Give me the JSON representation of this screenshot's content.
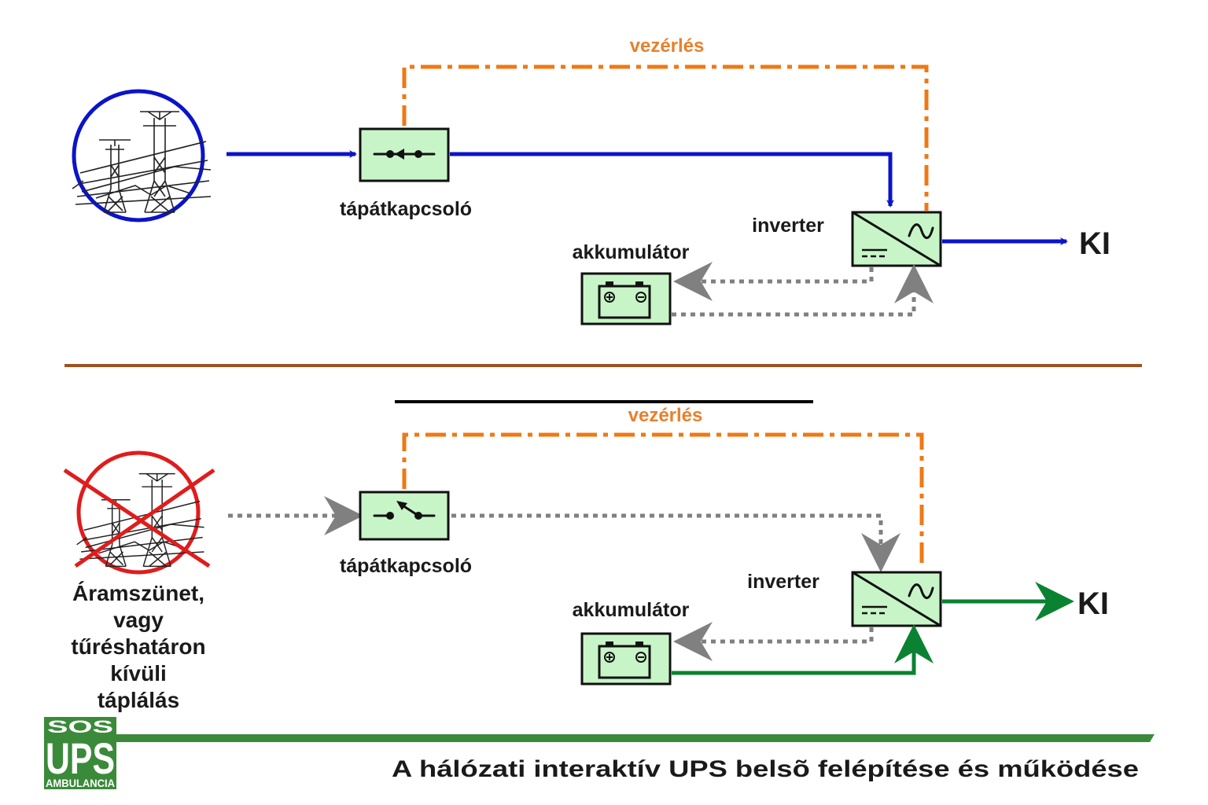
{
  "colors": {
    "normal_flow": "#0a14c8",
    "battery_flow": "#0a8232",
    "control": "#f07814",
    "inactive": "#808080",
    "box_fill": "#c8f5c8",
    "divider": "#9a5420",
    "fault": "#e01c1c",
    "brand_green": "#3a8a3a"
  },
  "top_panel": {
    "mode": "normal",
    "source_icon": "power-tower-icon",
    "control_label": "vezérlés",
    "switch_label": "tápátkapcsoló",
    "switch_state": "closed",
    "inverter_label": "inverter",
    "battery_label": "akkumulátor",
    "output_label": "KI"
  },
  "bottom_panel": {
    "mode": "battery",
    "source_icon": "power-tower-crossed-icon",
    "fault_text": [
      "Áramszünet,",
      "vagy",
      "tűréshatáron",
      "kívüli",
      "táplálás"
    ],
    "control_label": "vezérlés",
    "switch_label": "tápátkapcsoló",
    "switch_state": "open",
    "inverter_label": "inverter",
    "battery_label": "akkumulátor",
    "output_label": "KI"
  },
  "footer": {
    "logo_top": "SOS",
    "logo_mid": "UPS",
    "logo_bottom": "AMBULANCIA",
    "caption": "A hálózati interaktív UPS belsõ felépítése és működése"
  }
}
